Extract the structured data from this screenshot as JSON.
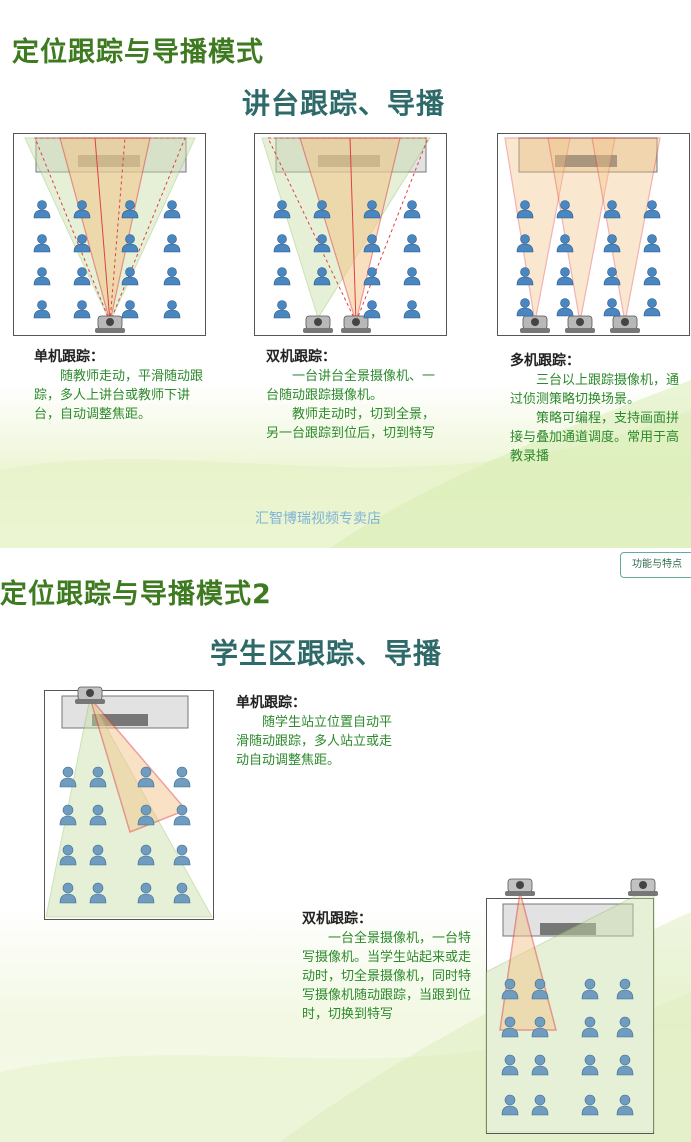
{
  "slide1": {
    "title": "定位跟踪与导播模式",
    "subtitle": "讲台跟踪、导播",
    "panels": [
      {
        "heading": "单机跟踪：",
        "lines": [
          "随教师走动，平滑随动跟踪，多人上讲台或教师下讲台，自动调整焦距。"
        ]
      },
      {
        "heading": "双机跟踪：",
        "lines": [
          "一台讲台全景摄像机、一台随动跟踪摄像机。",
          "教师走动时，切到全景，另一台跟踪到位后，切到特写"
        ]
      },
      {
        "heading": "多机跟踪：",
        "lines": [
          "三台以上跟踪摄像机，通过侦测策略切换场景。",
          "策略可编程，支持画面拼接与叠加通道调度。常用于高教录播"
        ]
      }
    ],
    "watermark": "汇智博瑞视频专卖店"
  },
  "slide2": {
    "badge": "功能与特点",
    "title": "定位跟踪与导播模式2",
    "subtitle": "学生区跟踪、导播",
    "single": {
      "heading": "单机跟踪：",
      "text": "随学生站立位置自动平滑随动跟踪，多人站立或走动自动调整焦距。"
    },
    "double": {
      "heading": "双机跟踪：",
      "text": "一台全景摄像机，一台特写摄像机。当学生站起来或走动时，切全景摄像机，同时特写摄像机随动跟踪，当跟到位时，切换到特写"
    }
  }
}
